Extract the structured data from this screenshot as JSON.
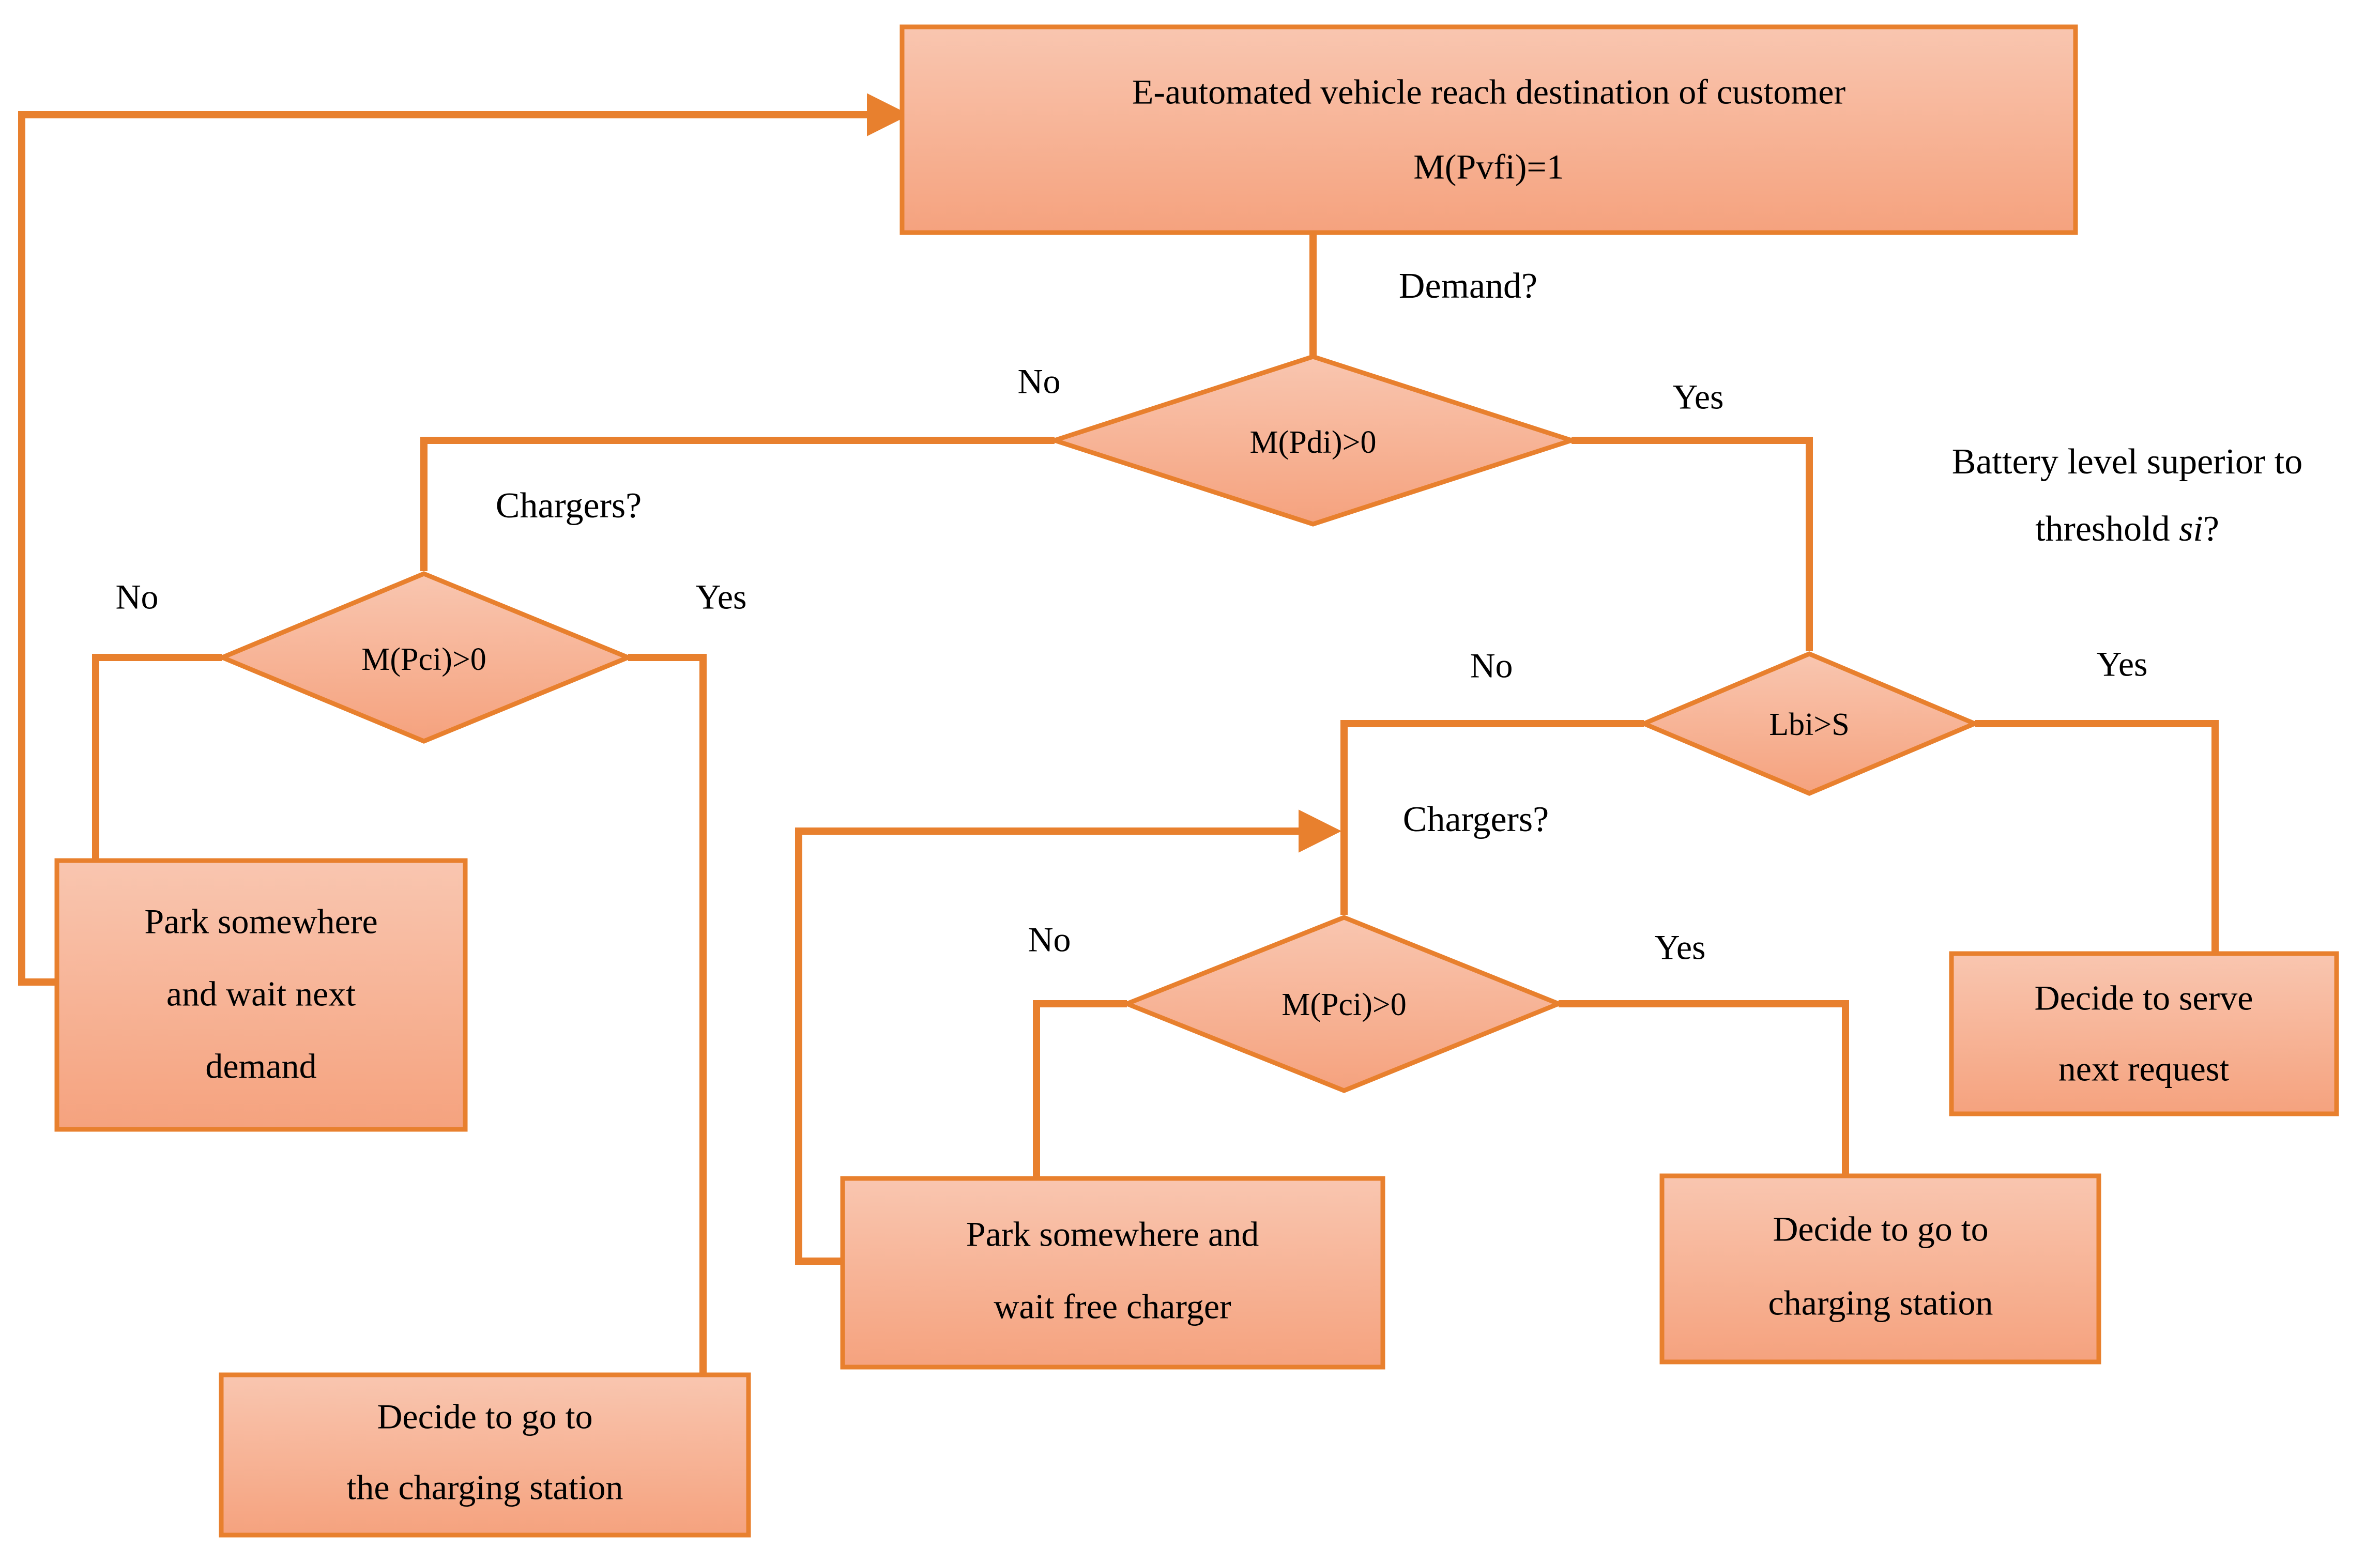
{
  "diagram": {
    "title_present": false,
    "colors": {
      "fill_top": "#F9C6B0",
      "fill_bottom": "#F5A27E",
      "border": "#E8802E",
      "connector": "#E8802E",
      "text": "#000000",
      "background": "#FFFFFF"
    },
    "nodes": [
      {
        "id": "start",
        "type": "process",
        "lines": [
          "E-automated vehicle reach destination of customer",
          "M(Pvfi)=1"
        ]
      },
      {
        "id": "demand-decision",
        "type": "decision",
        "lines": [
          "M(Pdi)>0"
        ]
      },
      {
        "id": "chargers-decision-left",
        "type": "decision",
        "lines": [
          "M(Pci)>0"
        ]
      },
      {
        "id": "park-wait-next-demand",
        "type": "process",
        "lines": [
          "Park somewhere",
          "and wait next",
          "demand"
        ]
      },
      {
        "id": "decide-go-charging-station-left",
        "type": "process",
        "lines": [
          "Decide to go to",
          "the charging station"
        ]
      },
      {
        "id": "battery-decision",
        "type": "decision",
        "lines": [
          "Lbi>S"
        ]
      },
      {
        "id": "chargers-decision-right",
        "type": "decision",
        "lines": [
          "M(Pci)>0"
        ]
      },
      {
        "id": "park-wait-free-charger",
        "type": "process",
        "lines": [
          "Park somewhere and",
          "wait free charger"
        ]
      },
      {
        "id": "decide-go-charging-station-right",
        "type": "process",
        "lines": [
          "Decide to go to",
          "charging station"
        ]
      },
      {
        "id": "decide-serve-next-request",
        "type": "process",
        "lines": [
          "Decide to serve",
          "next request"
        ]
      }
    ],
    "question_labels": [
      {
        "id": "demand-question",
        "text": "Demand?"
      },
      {
        "id": "chargers-question-left",
        "text": "Chargers?"
      },
      {
        "id": "chargers-question-right",
        "text": "Chargers?"
      },
      {
        "id": "battery-question",
        "line1": "Battery level superior to",
        "line2_prefix": "threshold ",
        "line2_italic": "si",
        "line2_suffix": "?"
      }
    ],
    "branch_labels": [
      {
        "id": "demand-no",
        "text": "No"
      },
      {
        "id": "demand-yes",
        "text": "Yes"
      },
      {
        "id": "chargers-left-no",
        "text": "No"
      },
      {
        "id": "chargers-left-yes",
        "text": "Yes"
      },
      {
        "id": "battery-no",
        "text": "No"
      },
      {
        "id": "battery-yes",
        "text": "Yes"
      },
      {
        "id": "chargers-right-no",
        "text": "No"
      },
      {
        "id": "chargers-right-yes",
        "text": "Yes"
      }
    ]
  }
}
